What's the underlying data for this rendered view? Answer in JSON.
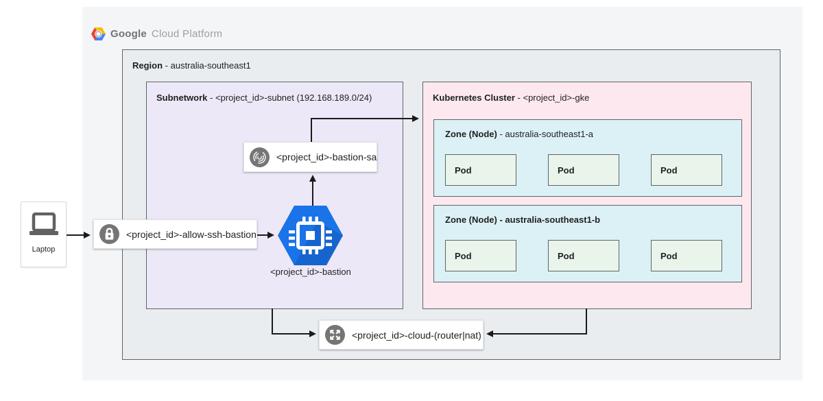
{
  "colors": {
    "canvas_bg": "#f4f5f6",
    "region_bg": "#e9edf0",
    "subnet_bg": "#ece8f7",
    "cluster_bg": "#fce8ee",
    "zone_bg": "#dcf1f6",
    "pod_bg": "#e9f4ea",
    "box_border": "#5f6368",
    "icon_circle": "#757575",
    "hexagon_blue": "#1a73e8",
    "arrow": "#1a1a1a",
    "logo_google": "#737373",
    "logo_cloud": "#9aa0a6"
  },
  "logo": {
    "part1": "Google",
    "part2": "Cloud Platform",
    "icon": "gcp-hexagon-logo"
  },
  "laptop": {
    "label": "Laptop",
    "icon": "laptop-icon"
  },
  "region": {
    "label_bold": "Region",
    "label_rest": " - australia-southeast1"
  },
  "subnetwork": {
    "label_bold": "Subnetwork",
    "label_rest": " - <project_id>-subnet (192.168.189.0/24)"
  },
  "firewall": {
    "label": "<project_id>-allow-ssh-bastion",
    "icon": "lock-icon"
  },
  "service_account": {
    "label": "<project_id>-bastion-sa",
    "icon": "fingerprint-icon"
  },
  "bastion": {
    "label": "<project_id>-bastion",
    "icon": "compute-engine-chip-icon"
  },
  "cloud_router": {
    "label": "<project_id>-cloud-(router|nat)",
    "icon": "expand-arrows-icon"
  },
  "cluster": {
    "label_bold": "Kubernetes Cluster",
    "label_rest": " - <project_id>-gke",
    "zones": [
      {
        "label_bold": "Zone (Node)",
        "label_rest": " - australia-southeast1-a",
        "pods": [
          {
            "label": "Pod"
          },
          {
            "label": "Pod"
          },
          {
            "label": "Pod"
          }
        ]
      },
      {
        "label_bold": "Zone (Node)",
        "label_rest": " - australia-southeast1-b",
        "pods": [
          {
            "label": "Pod"
          },
          {
            "label": "Pod"
          },
          {
            "label": "Pod"
          }
        ]
      }
    ]
  }
}
